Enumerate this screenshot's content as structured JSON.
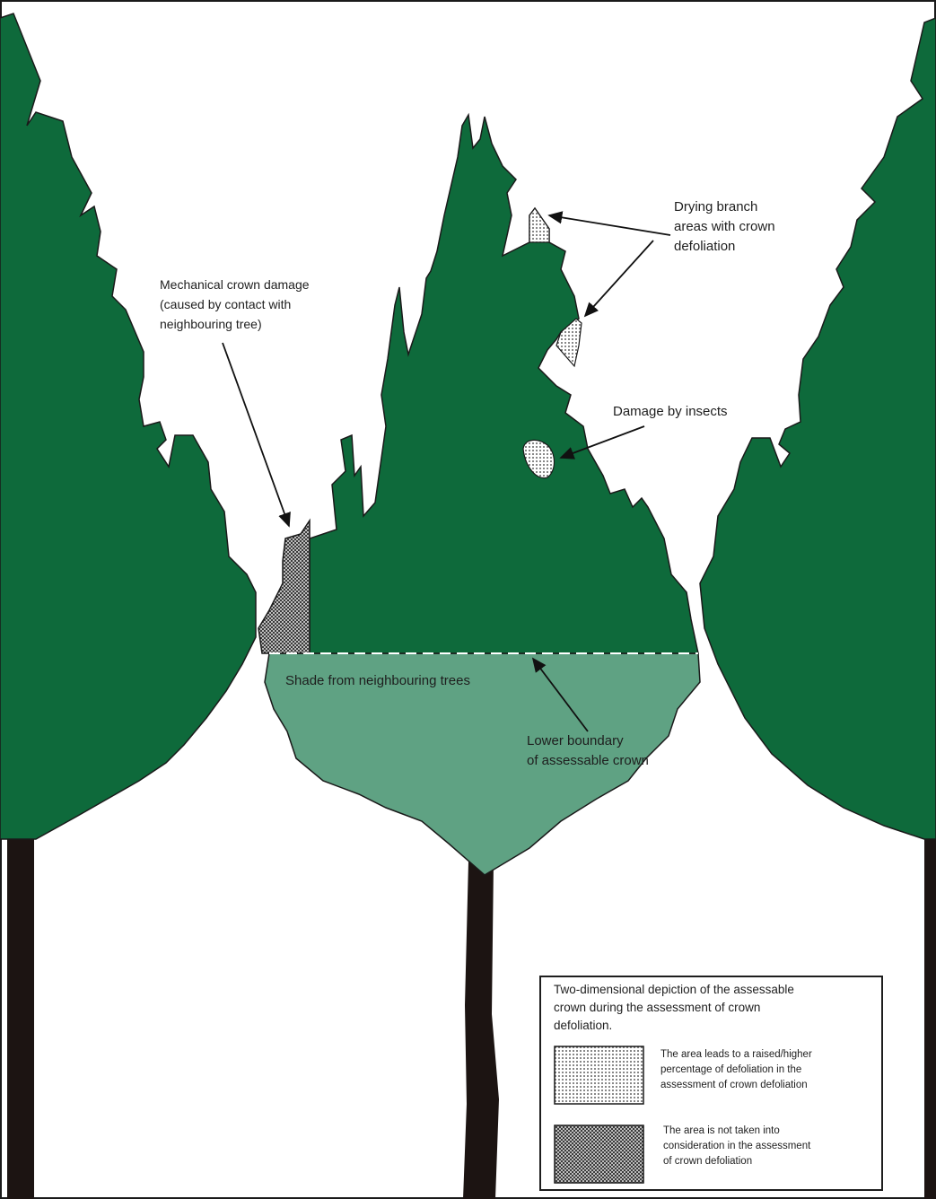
{
  "labels": {
    "drying_branch": [
      "Drying branch",
      "areas with crown",
      "defoliation"
    ],
    "mechanical": [
      "Mechanical crown damage",
      "(caused by contact with",
      "neighbouring tree)"
    ],
    "insects": "Damage by insects",
    "shade": "Shade from neighbouring trees",
    "lower_boundary": [
      "Lower boundary",
      "of assessable crown"
    ]
  },
  "legend": {
    "title": [
      "Two-dimensional depiction of the assessable",
      "crown during the assessment of crown",
      "defoliation."
    ],
    "item1": [
      "The area leads to a raised/higher",
      "percentage of defoliation in the",
      "assessment of crown defoliation"
    ],
    "item2": [
      "The area is not taken into",
      "consideration in the assessment",
      "of crown defoliation"
    ]
  },
  "colors": {
    "crown": "#0e6a3b",
    "shade": "#5fa283",
    "trunk": "#1c1412",
    "outline": "#1a1a1a"
  }
}
